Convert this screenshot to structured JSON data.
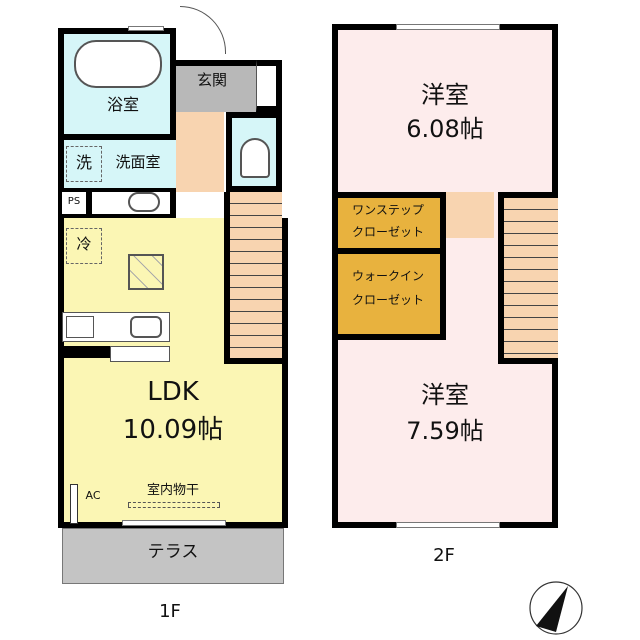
{
  "floor1": {
    "label": "1F",
    "rooms": {
      "bath": {
        "name": "浴室"
      },
      "entrance": {
        "name": "玄関"
      },
      "washroom": {
        "name": "洗面室",
        "washer_mark": "洗"
      },
      "ps": {
        "name": "PS"
      },
      "fridge": {
        "mark": "冷"
      },
      "ldk": {
        "name": "LDK",
        "size": "10.09帖"
      },
      "ac": {
        "label": "AC"
      },
      "drying": {
        "label": "室内物干"
      },
      "terrace": {
        "name": "テラス"
      }
    }
  },
  "floor2": {
    "label": "2F",
    "rooms": {
      "room_north": {
        "name": "洋室",
        "size": "6.08帖"
      },
      "closet1": {
        "line1": "ワンステップ",
        "line2": "クローゼット"
      },
      "closet2": {
        "line1": "ウォークイン",
        "line2": "クローゼット"
      },
      "room_south": {
        "name": "洋室",
        "size": "7.59帖"
      }
    }
  },
  "compass": {
    "icon": "north-arrow-icon"
  },
  "colors": {
    "ldk": "#fbf6b4",
    "wet": "#d6f6f8",
    "entrance": "#b8b8b8",
    "hall": "#f8d4b0",
    "bedroom": "#fdecec",
    "closet": "#e8b23e",
    "terrace": "#c4c4c4"
  }
}
